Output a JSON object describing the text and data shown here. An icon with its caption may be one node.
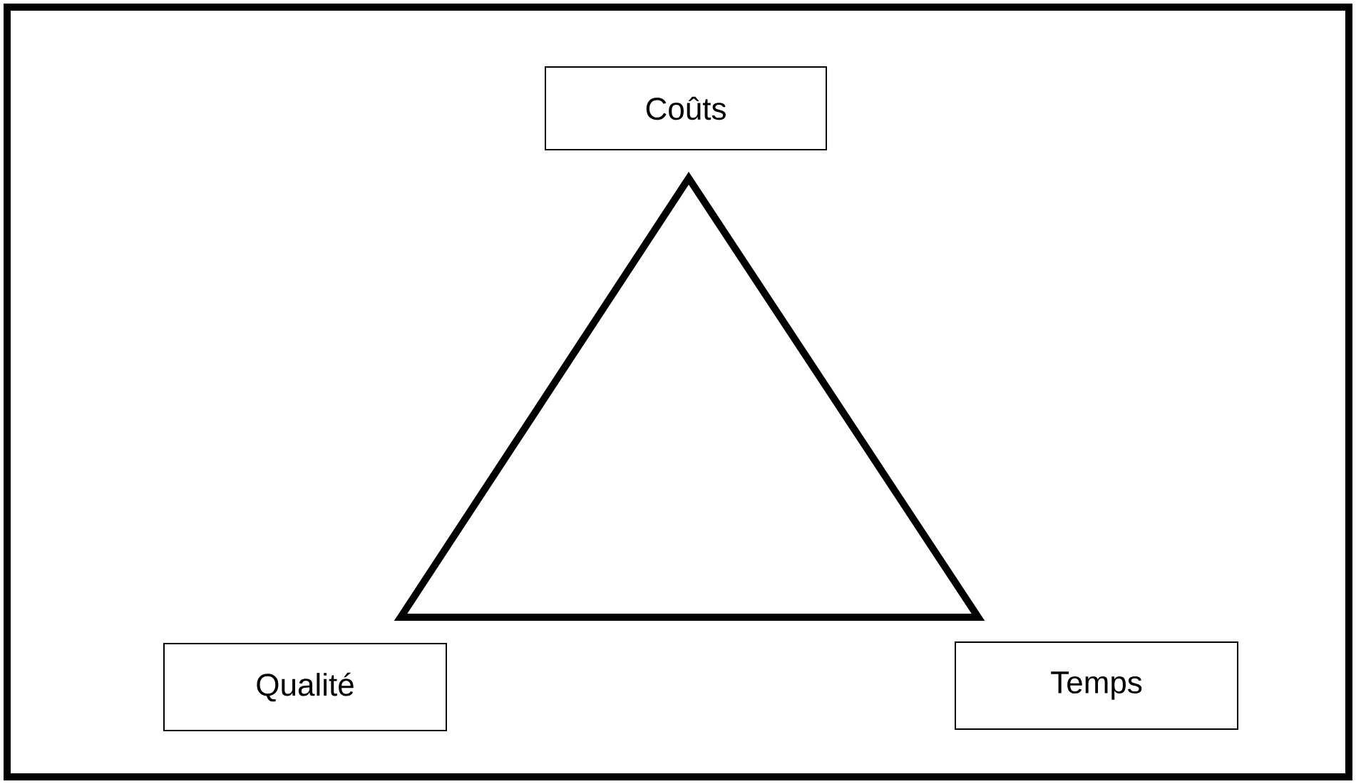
{
  "diagram": {
    "nodes": [
      {
        "text": [
          "Coûts"
        ]
      },
      {
        "text": [
          "Qualité"
        ]
      },
      {
        "text": [
          "Temps"
        ]
      }
    ]
  }
}
